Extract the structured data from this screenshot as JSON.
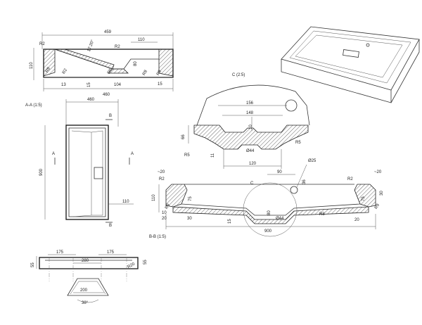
{
  "views": {
    "top_section": {
      "dims": [
        "459",
        "110",
        "R2",
        "17.20°",
        "R2",
        "110",
        "80",
        "R8",
        "R2",
        "R6",
        "R8",
        "R8",
        "13",
        "15",
        "104",
        "15",
        "460"
      ]
    },
    "plan": {
      "title": "A-A (1:5)",
      "dims": [
        "460",
        "900",
        "110"
      ],
      "markers": [
        "A",
        "A",
        "B",
        "B"
      ]
    },
    "detail_c": {
      "title": "C (2:5)",
      "dims": [
        "156",
        "148",
        "10",
        "66",
        "R5",
        "R5",
        "11",
        "Ø44",
        "120"
      ]
    },
    "section_b": {
      "title": "B-B (1:5)",
      "dims": [
        "~20",
        "R2",
        "90",
        "Ø25",
        "36",
        "R2",
        "~20",
        "110",
        "R9",
        "75",
        "10",
        "C",
        "R9",
        "75",
        "30",
        "20",
        "30",
        "15",
        "80",
        "Ø44",
        "R8",
        "20",
        "900"
      ]
    },
    "side_view": {
      "dims": [
        "175",
        "175",
        "280",
        "55",
        "R20",
        "55",
        "200",
        "38°"
      ]
    }
  }
}
